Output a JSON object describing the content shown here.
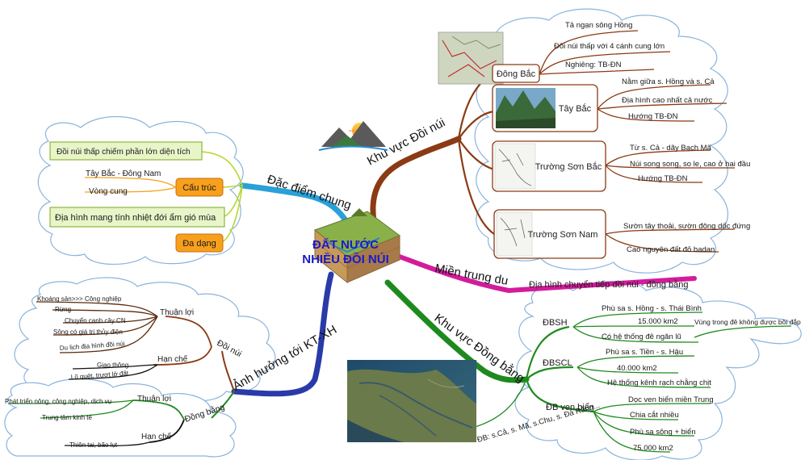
{
  "center": {
    "line1": "ĐẤT NƯỚC",
    "line2": "NHIỀU ĐỒI NÚI"
  },
  "branches": {
    "doi_nui": "Khu vực Đồi núi",
    "dac_diem": "Đặc điểm chung",
    "mien_trung_du": "Miền trung du",
    "dong_bang": "Khu vực Đồng bằng",
    "anh_huong": "Ảnh hưởng tới KT-XH"
  },
  "doi_nui": {
    "dong_bac": {
      "label": "Đông Bắc",
      "items": [
        "Tả ngạn sông Hồng",
        "Đồi núi thấp với 4 cánh cung lớn",
        "Nghiêng: TB-ĐN"
      ]
    },
    "tay_bac": {
      "label": "Tây Bắc",
      "items": [
        "Nằm giữa s. Hồng và s. Cả",
        "Địa hình cao nhất cả nước",
        "Hướng TB-ĐN"
      ]
    },
    "truong_son_bac": {
      "label": "Trường Sơn Bắc",
      "items": [
        "Từ s. Cả - dãy Bạch Mã",
        "Núi song song, so le, cao ở hai đầu",
        "Hướng TB-ĐN"
      ]
    },
    "truong_son_nam": {
      "label": "Trường Sơn Nam",
      "items": [
        "Sườn tây thoải, sườn đông dốc đứng",
        "Cao nguyên đất đỏ badan"
      ]
    }
  },
  "dac_diem": {
    "item1": "Đồi núi thấp chiếm phần lớn diện tích",
    "cau_truc": {
      "label": "Cấu trúc",
      "items": [
        "Tây Bắc - Đông Nam",
        "Vòng cung"
      ]
    },
    "item2": "Địa hình mang tính nhiệt đới ẩm gió mùa",
    "da_dang": "Đa dạng"
  },
  "mien_trung_du": {
    "item": "Địa hình chuyển tiếp đồi núi - đồng bằng"
  },
  "dong_bang": {
    "dbsh": {
      "label": "ĐBSH",
      "items": [
        "Phù sa s. Hồng - s. Thái Bình",
        "15.000 km2",
        "Có hệ thống đê ngăn lũ"
      ],
      "note": "Vùng trong đê không được bồi đắp"
    },
    "dbscl": {
      "label": "ĐBSCL",
      "items": [
        "Phù sa s. Tiền - s. Hậu",
        "40.000 km2",
        "Hệ thống kênh rạch chằng chịt"
      ]
    },
    "ven_bien": {
      "label": "ĐB ven biển",
      "items": [
        "Dọc ven biển miền Trung",
        "Chia cắt nhiều",
        "Phù sa sông + biển",
        "75.000 km2"
      ]
    },
    "extra": "ĐB: s.Cả, s. Mã, s.Chu, s. Đà Rằng..."
  },
  "anh_huong": {
    "doi_nui": {
      "label": "Đồi núi",
      "thuan_loi": {
        "label": "Thuận lợi",
        "items": [
          "Khoáng sản>>> Công nghiệp",
          "Rừng",
          "Chuyển canh cây CN",
          "Sông có giá trị thủy điện",
          "Du lịch địa hình đồi núi"
        ]
      },
      "han_che": {
        "label": "Hạn chế",
        "items": [
          "Giao thông",
          "Lũ quét, trượt lở đất"
        ]
      }
    },
    "dong_bang": {
      "label": "Đồng bằng",
      "thuan_loi": {
        "label": "Thuận lợi",
        "items": [
          "Phát triển nông, công nghiệp, dịch vụ",
          "Trung tâm kinh tế"
        ]
      },
      "han_che": {
        "label": "Hạn chế",
        "items": [
          "Thiên tai, bão lụt"
        ]
      }
    }
  },
  "colors": {
    "doi_nui": "#8b3a14",
    "dac_diem": "#2aa0d8",
    "mien_trung_du": "#d21c9c",
    "dong_bang": "#1e8a1e",
    "anh_huong": "#2a3aa8",
    "cloud": "#8ab4dc",
    "orange_box": "#f8a01c",
    "green_box": "#e8f5c8",
    "title": "#1a1ac8"
  },
  "icons": [
    "mountain-sun-icon",
    "terrain-block-icon",
    "relief-map-icon",
    "landscape-photo-icon",
    "satellite-delta-icon"
  ]
}
